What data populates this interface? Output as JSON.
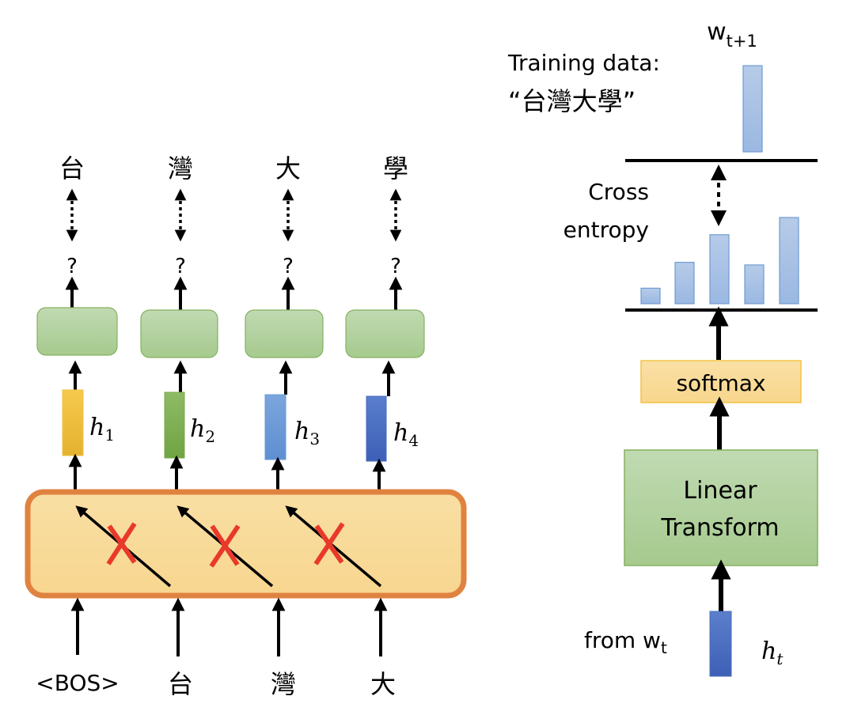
{
  "left_panel": {
    "outputs": [
      "台",
      "灣",
      "大",
      "學"
    ],
    "predictions": [
      "?",
      "?",
      "?",
      "?"
    ],
    "hidden_states": [
      {
        "label": "h",
        "sub": "1",
        "color_top": "#f6c94d",
        "color_bottom": "#e4b22f"
      },
      {
        "label": "h",
        "sub": "2",
        "color_top": "#8ebb66",
        "color_bottom": "#70a443"
      },
      {
        "label": "h",
        "sub": "3",
        "color_top": "#7ba6dc",
        "color_bottom": "#5e8fd2"
      },
      {
        "label": "h",
        "sub": "4",
        "color_top": "#5a7fcc",
        "color_bottom": "#3d5fb7"
      }
    ],
    "inputs": [
      "<BOS>",
      "台",
      "灣",
      "大"
    ],
    "blocked_connections": 3
  },
  "right_panel": {
    "training_data_label": "Training data:",
    "training_data_value": "“台灣大學”",
    "target_label": "w",
    "target_sub": "t+1",
    "loss_label_line1": "Cross",
    "loss_label_line2": "entropy",
    "softmax_label": "softmax",
    "linear_label_line1": "Linear",
    "linear_label_line2": "Transform",
    "input_label": "from w",
    "input_sub": "t",
    "hidden_label": "h",
    "hidden_sub": "t"
  },
  "target_distribution": [
    1.0
  ],
  "predicted_distribution": [
    0.18,
    0.48,
    0.8,
    0.45,
    1.0
  ],
  "colors": {
    "box_green_top": "#c0dab2",
    "box_green_bottom": "#a6ca8e",
    "box_green_border": "#86b061",
    "orange_border": "#e08340",
    "orange_fill_top": "#f9dfa4",
    "orange_fill_bottom": "#f7d68f",
    "softmax_fill": "#f9db9b",
    "softmax_border": "#f4c244",
    "bar_fill_top": "#b6cbe8",
    "bar_fill_bottom": "#9bb8e2",
    "bar_border": "#6d9bd2",
    "red_x": "#e8392b"
  }
}
